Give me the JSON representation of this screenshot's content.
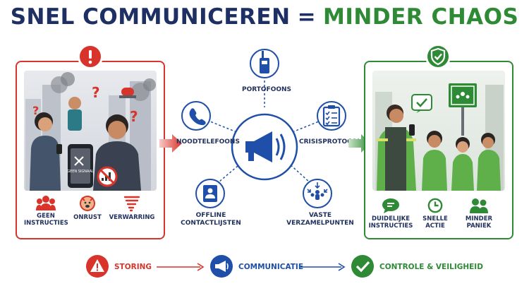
{
  "title": {
    "left": "SNEL COMMUNICEREN",
    "eq": "=",
    "right": "MINDER CHAOS"
  },
  "colors": {
    "red": "#d9342b",
    "blue": "#1f4fa8",
    "green": "#2e8a35",
    "navy": "#1e2f63"
  },
  "chaos_panel": {
    "phone_text": "GEEN SIGNAAL",
    "features": [
      "GEEN INSTRUCTIES",
      "ONRUST",
      "VERWARRING"
    ]
  },
  "hub": {
    "nodes": [
      "PORTOFOONS",
      "NOODTELEFOONS",
      "CRISISPROTOCOLLEN",
      "OFFLINE CONTACTLIJSTEN",
      "VASTE VERZAMELPUNTEN"
    ]
  },
  "control_panel": {
    "features": [
      "DUIDELIJKE INSTRUCTIES",
      "SNELLE ACTIE",
      "MINDER PANIEK"
    ]
  },
  "flow": {
    "steps": [
      "STORING",
      "COMMUNICATIE",
      "CONTROLE & VEILIGHEID"
    ]
  },
  "icons": [
    "warning-icon",
    "shield-check-icon",
    "megaphone-icon",
    "walkie-talkie-icon",
    "phone-icon",
    "clipboard-icon",
    "contact-book-icon",
    "assembly-point-icon",
    "chat-icon",
    "clock-icon",
    "people-icon",
    "tornado-icon",
    "check-icon"
  ]
}
